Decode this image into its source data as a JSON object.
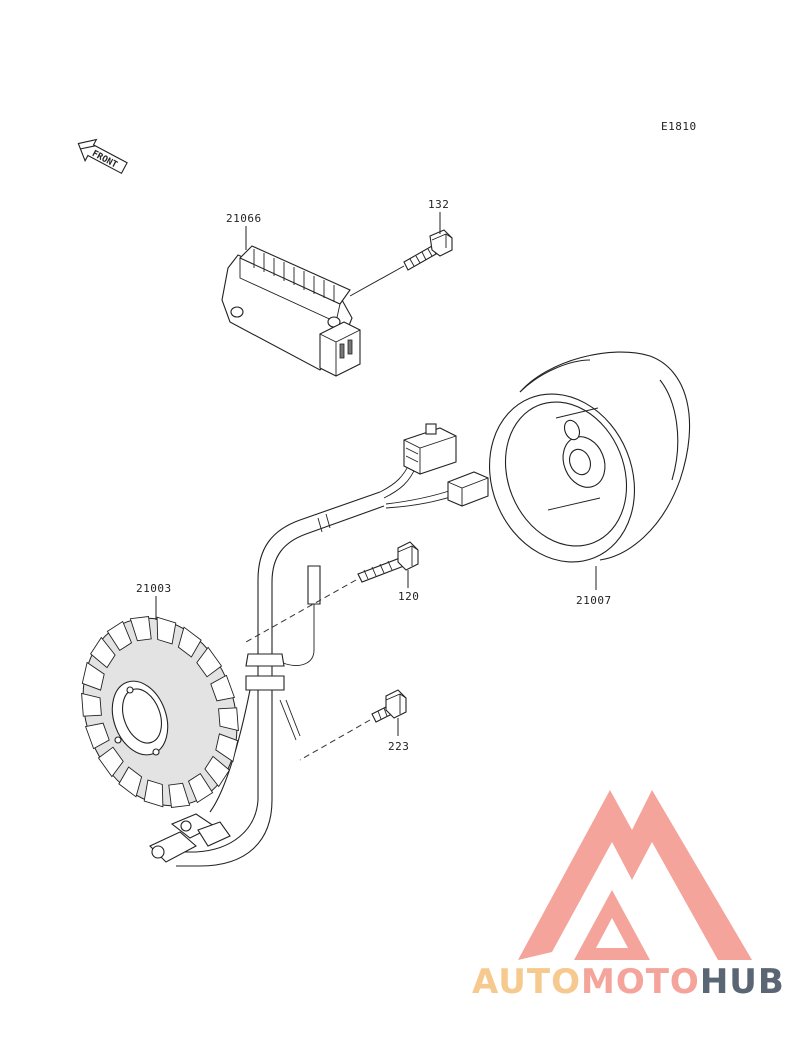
{
  "diagram_code": "E1810",
  "front_label": "FRONT",
  "parts": [
    {
      "id": "regulator",
      "number": "21066"
    },
    {
      "id": "bolt-regulator",
      "number": "132"
    },
    {
      "id": "stator",
      "number": "21003"
    },
    {
      "id": "bolt-stator",
      "number": "120"
    },
    {
      "id": "bolt-clamp",
      "number": "223"
    },
    {
      "id": "rotor",
      "number": "21007"
    }
  ],
  "watermark": {
    "part1": "AUTO",
    "part2": "MOTO",
    "part3": "HUB",
    "colors": {
      "auto": "#f6c98f",
      "moto": "#f4a49a",
      "hub": "#5b6675",
      "logo": "#f4a49a"
    }
  }
}
